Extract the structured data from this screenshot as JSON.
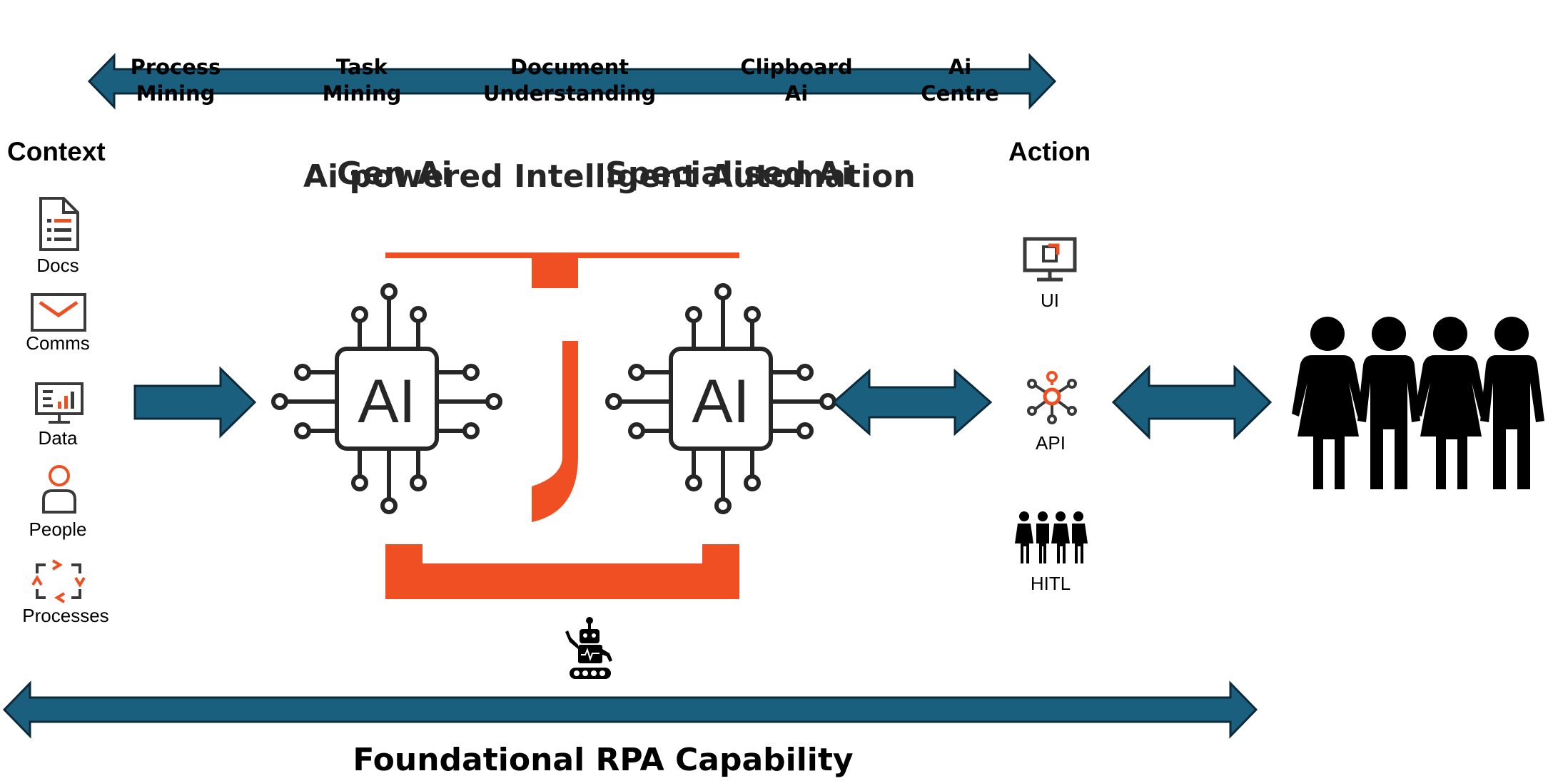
{
  "top_capabilities": [
    {
      "line1": "Process",
      "line2": "Mining"
    },
    {
      "line1": "Task",
      "line2": "Mining"
    },
    {
      "line1": "Document",
      "line2": "Understanding"
    },
    {
      "line1": "Clipboard",
      "line2": "Ai"
    },
    {
      "line1": "Ai",
      "line2": "Centre"
    }
  ],
  "context": {
    "heading": "Context",
    "items": [
      "Docs",
      "Comms",
      "Data",
      "People",
      "Processes"
    ]
  },
  "action": {
    "heading": "Action",
    "items": [
      "UI",
      "API",
      "HITL"
    ]
  },
  "center": {
    "title_a": "Ai powered Intelligent Automation",
    "title_b": "Gen Ai",
    "title_c": "Specialised Ai",
    "chip_label": "AI"
  },
  "footer": {
    "title": "Foundational RPA Capability"
  },
  "colors": {
    "arrow_fill": "#1b5f7f",
    "arrow_stroke": "#0d2a3a",
    "accent": "#f04e23",
    "icon": "#3a3a3a"
  }
}
